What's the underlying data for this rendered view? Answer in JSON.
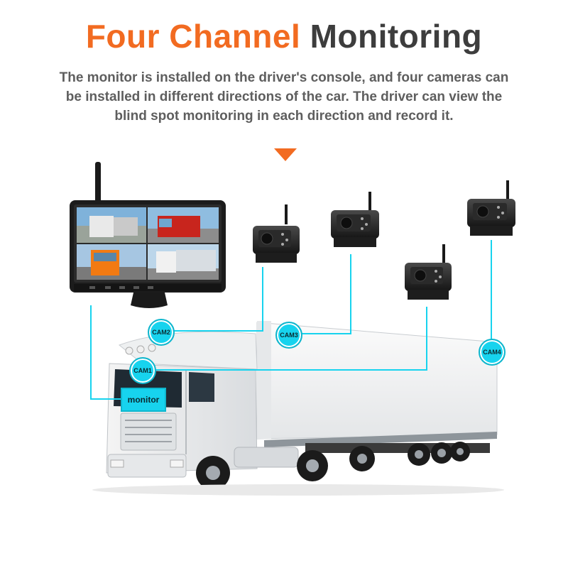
{
  "header": {
    "title_accent": "Four Channel",
    "title_rest": "Monitoring",
    "description": "The monitor is installed on the driver's console, and four cameras can be installed in different directions of the car. The driver can view the blind spot monitoring in each direction and record it."
  },
  "labels": {
    "cam1": "CAM1",
    "cam2": "CAM2",
    "cam3": "CAM3",
    "cam4": "CAM4",
    "monitor": "monitor"
  },
  "colors": {
    "accent": "#f26b21",
    "title_dark": "#3d3d3d",
    "connector": "#17d3ee"
  }
}
